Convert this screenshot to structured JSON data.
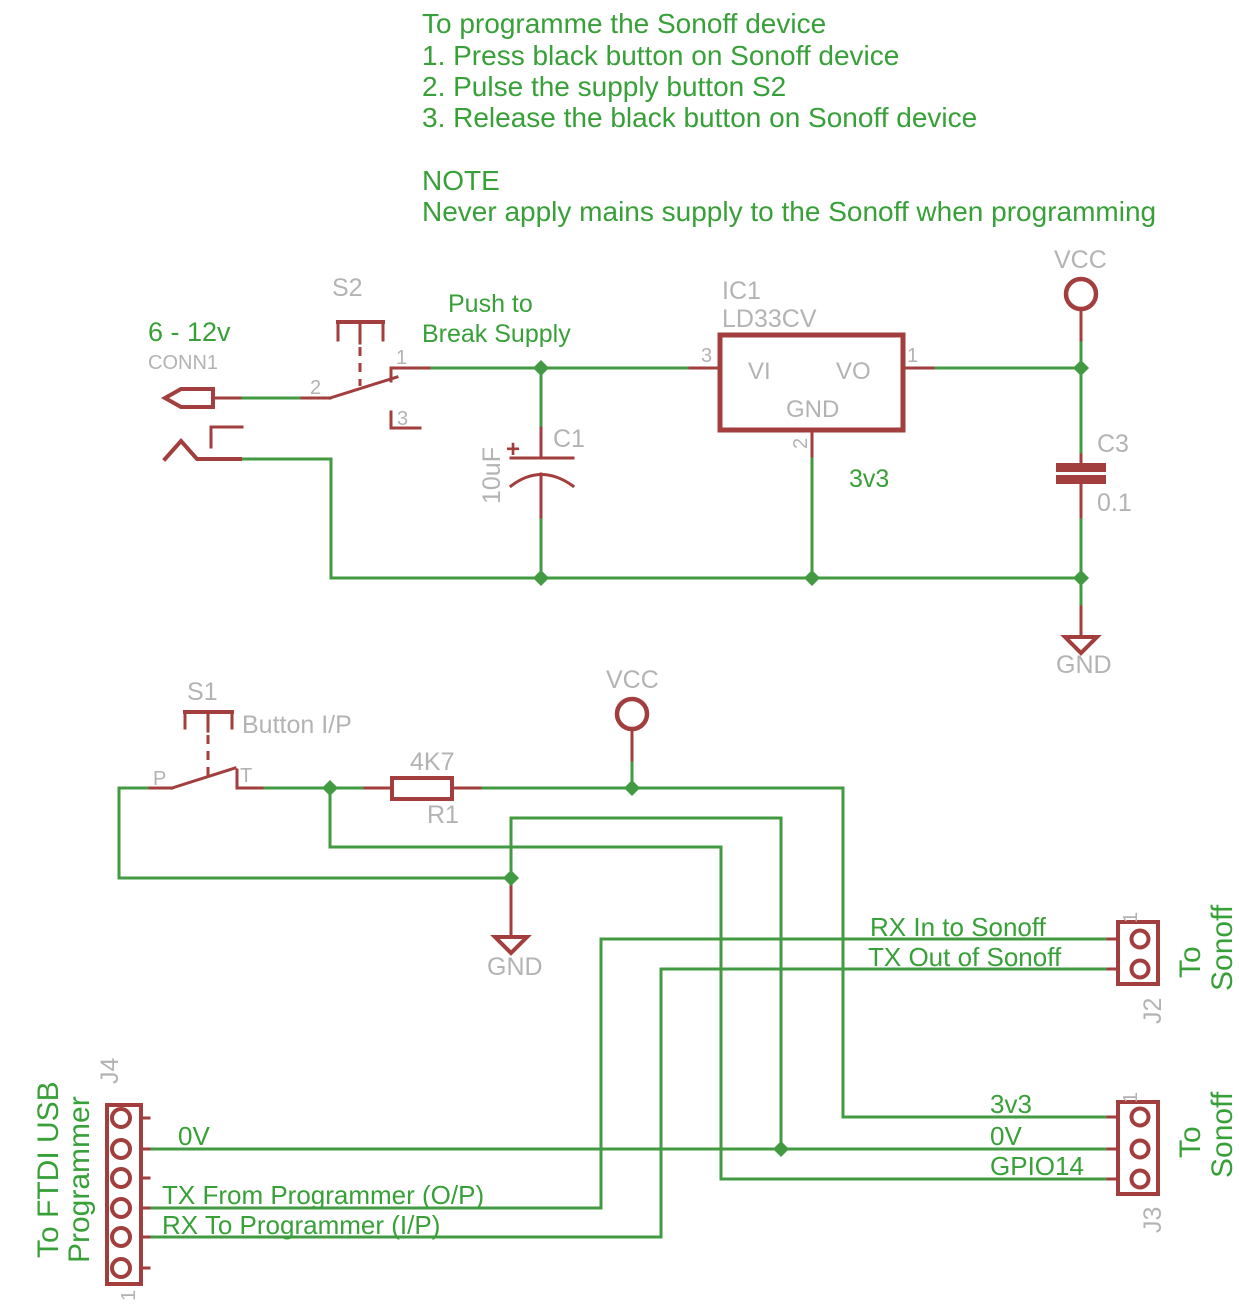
{
  "colors": {
    "wire_green": "#429a42",
    "text_green": "#38a038",
    "component_red": "#a33e3e",
    "label_gray": "#b3b3b3",
    "background": "#ffffff"
  },
  "instructions": {
    "title": "To programme the Sonoff device",
    "step1": "1. Press black button on Sonoff device",
    "step2": "2. Pulse the supply button S2",
    "step3": "3. Release the black button on Sonoff device",
    "note_title": "NOTE",
    "note_body": "Never apply mains supply to the Sonoff when programming"
  },
  "supply_section": {
    "input_label": "6 - 12v",
    "connector_ref": "CONN1",
    "s2_ref": "S2",
    "s2_caption_line1": "Push to",
    "s2_caption_line2": "Break Supply",
    "s2_pin1": "1",
    "s2_pin2": "2",
    "s2_pin3": "3",
    "c1_ref": "C1",
    "c1_value": "10uF",
    "c1_polarity": "+",
    "ic1_ref": "IC1",
    "ic1_part": "LD33CV",
    "ic1_pin_vi": "VI",
    "ic1_pin_vo": "VO",
    "ic1_pin_gnd": "GND",
    "ic1_pin_no_in": "3",
    "ic1_pin_no_out": "1",
    "ic1_pin_no_gnd": "2",
    "output_label": "3v3",
    "vcc_label": "VCC",
    "c3_ref": "C3",
    "c3_value": "0.1",
    "gnd_label": "GND"
  },
  "button_section": {
    "s1_ref": "S1",
    "s1_caption": "Button I/P",
    "s1_pin_p": "P",
    "s1_pin_t": "T",
    "r1_value": "4K7",
    "r1_ref": "R1",
    "vcc_label": "VCC",
    "gnd_label": "GND"
  },
  "j2_section": {
    "rx_label": "RX In to Sonoff",
    "tx_label": "TX Out of Sonoff",
    "pin1_marker": "1",
    "ref": "J2",
    "dest_line1": "To",
    "dest_line2": "Sonoff"
  },
  "j3_section": {
    "label_3v3": "3v3",
    "label_0v": "0V",
    "label_gpio": "GPIO14",
    "pin1_marker": "1",
    "ref": "J3",
    "dest_line1": "To",
    "dest_line2": "Sonoff"
  },
  "j4_section": {
    "ref": "J4",
    "pin1_marker": "1",
    "side_line1": "To FTDI USB",
    "side_line2": "Programmer",
    "label_0v": "0V",
    "tx_label": "TX From Programmer (O/P)",
    "rx_label": "RX To Programmer (I/P)"
  }
}
